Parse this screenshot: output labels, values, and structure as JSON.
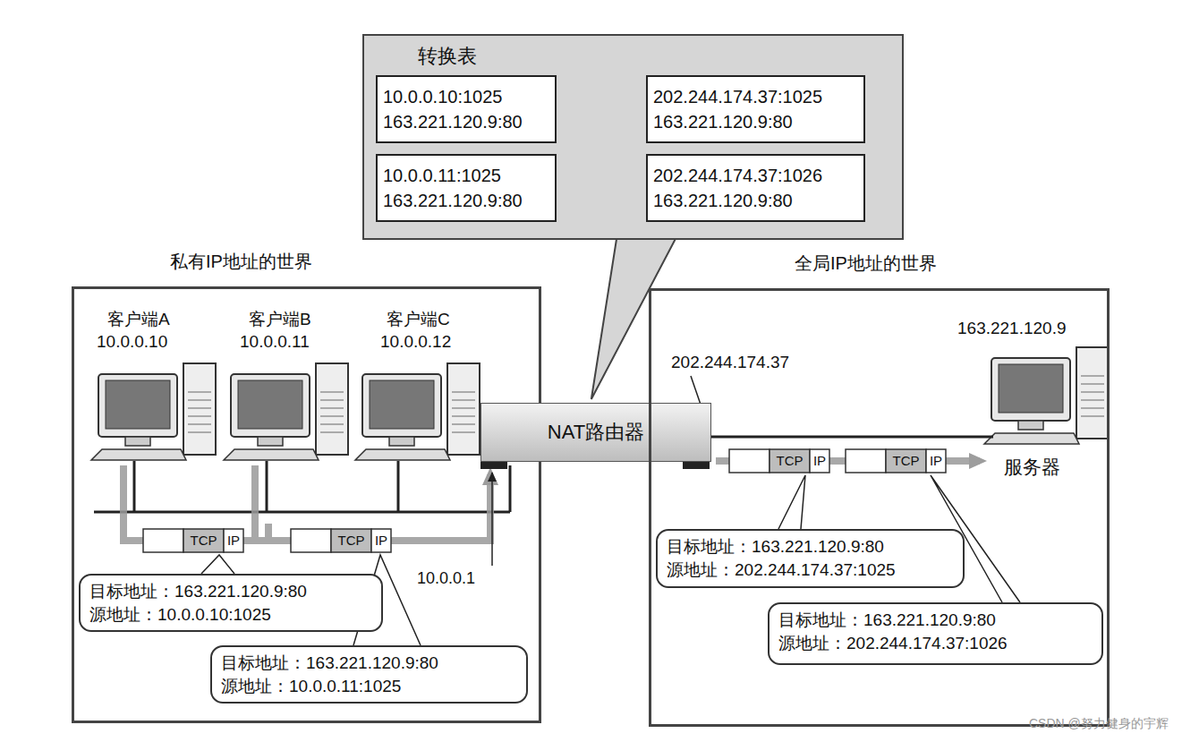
{
  "diagram": {
    "nodes": [
      {
        "text": [
          "转换表"
        ]
      },
      {
        "text": [
          "10.0.0.10:1025",
          "163.221.120.9:80"
        ],
        "in": 0
      },
      {
        "text": [
          "202.244.174.37:1025",
          "163.221.120.9:80"
        ],
        "in": 0
      },
      {
        "text": [
          "10.0.0.11:1025",
          "163.221.120.9:80"
        ],
        "in": 0
      },
      {
        "text": [
          "202.244.174.37:1026",
          "163.221.120.9:80"
        ],
        "in": 0
      },
      {
        "text": [
          "私有IP地址的世界"
        ]
      },
      {
        "text": [
          "目标地址：163.221.120.9:80",
          "源地址：10.0.0.10:1025"
        ],
        "in": 5
      },
      {
        "text": [
          "目标地址：163.221.120.9:80",
          "源地址：10.0.0.11:1025"
        ],
        "in": 5
      },
      {
        "text": [
          "NAT路由器"
        ]
      },
      {
        "text": [
          "全局IP地址的世界"
        ]
      },
      {
        "text": [
          "目标地址：163.221.120.9:80",
          "源地址：202.244.174.37:1025"
        ],
        "in": 9
      },
      {
        "text": [
          "目标地址：163.221.120.9:80",
          "源地址：202.244.174.37:1026"
        ],
        "in": 9
      }
    ],
    "edges": [
      {
        "from": 1,
        "to": 2,
        "arrow": "both"
      },
      {
        "from": 3,
        "to": 4,
        "arrow": "both"
      },
      {
        "from": 0,
        "to": 8,
        "arrow": "none"
      }
    ],
    "labels": [
      "客户端A",
      "10.0.0.10",
      "客户端B",
      "10.0.0.11",
      "客户端C",
      "10.0.0.12",
      "10.0.0.1",
      "202.244.174.37",
      "163.221.120.9",
      "服务器",
      "TCP",
      "IP",
      "TCP",
      "IP",
      "TCP",
      "IP",
      "TCP",
      "IP",
      "CSDN @努力健身的宇辉"
    ]
  }
}
